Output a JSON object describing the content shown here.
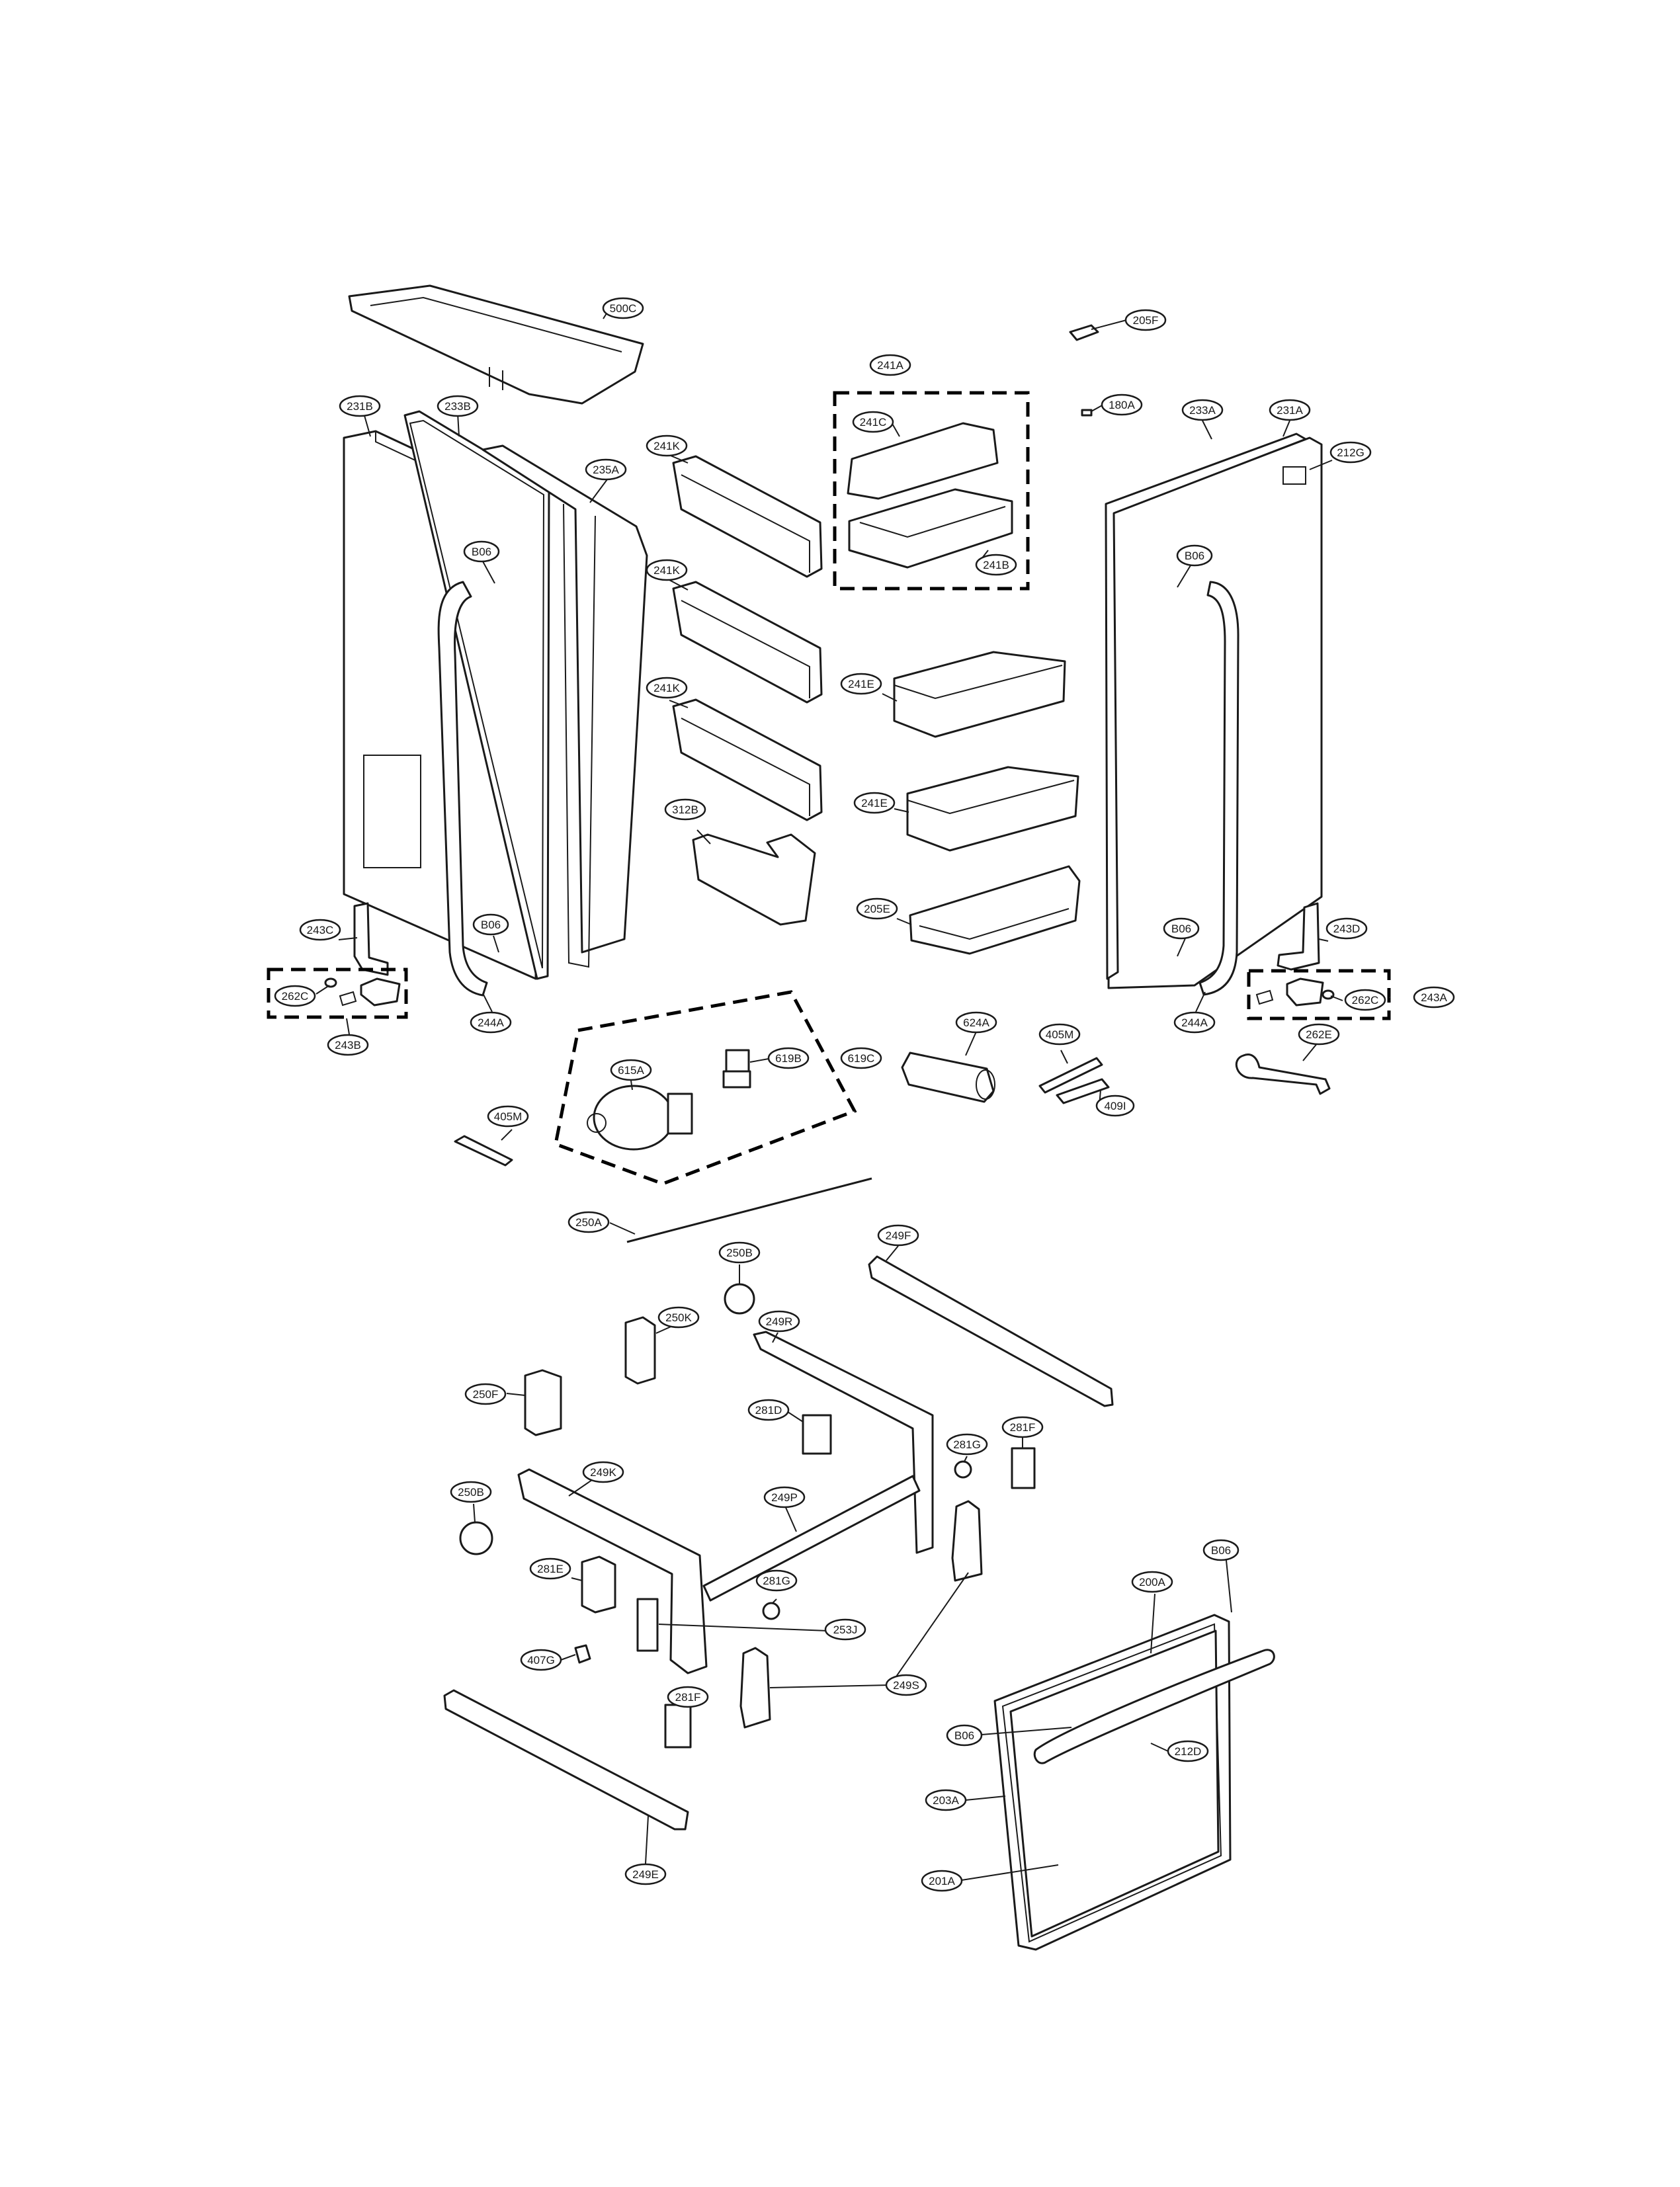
{
  "diagram": {
    "callouts": {
      "c500C": "500C",
      "c205F": "205F",
      "c241A": "241A",
      "c180A": "180A",
      "c231B": "231B",
      "c233B": "233B",
      "c241K_1": "241K",
      "c241C": "241C",
      "c233A": "233A",
      "c231A": "231A",
      "c212G": "212G",
      "c235A": "235A",
      "cB06_1": "B06",
      "c241K_2": "241K",
      "c241B": "241B",
      "cB06_2": "B06",
      "c241E_1": "241E",
      "c241K_3": "241K",
      "c241E_2": "241E",
      "c312B": "312B",
      "c205E": "205E",
      "c243C": "243C",
      "cB06_3": "B06",
      "cB06_4": "B06",
      "c243D": "243D",
      "c262C_1": "262C",
      "c262C_2": "262C",
      "c243A": "243A",
      "c244A_1": "244A",
      "c244A_2": "244A",
      "c243B": "243B",
      "c624A": "624A",
      "c405M_1": "405M",
      "c615A": "615A",
      "c619B": "619B",
      "c619C": "619C",
      "c262E": "262E",
      "c409I": "409I",
      "c405M_2": "405M",
      "c250A": "250A",
      "c249F": "249F",
      "c250B_1": "250B",
      "c250K": "250K",
      "c249R": "249R",
      "c250F": "250F",
      "c281D": "281D",
      "c281G_1": "281G",
      "c281F_1": "281F",
      "c249K": "249K",
      "c250B_2": "250B",
      "c249P": "249P",
      "cB06_5": "B06",
      "c281E": "281E",
      "c281G_2": "281G",
      "c200A": "200A",
      "c253J": "253J",
      "c407G": "407G",
      "c249S": "249S",
      "c281F_2": "281F",
      "cB06_6": "B06",
      "c212D": "212D",
      "c203A": "203A",
      "c249E": "249E",
      "c201A": "201A"
    }
  }
}
